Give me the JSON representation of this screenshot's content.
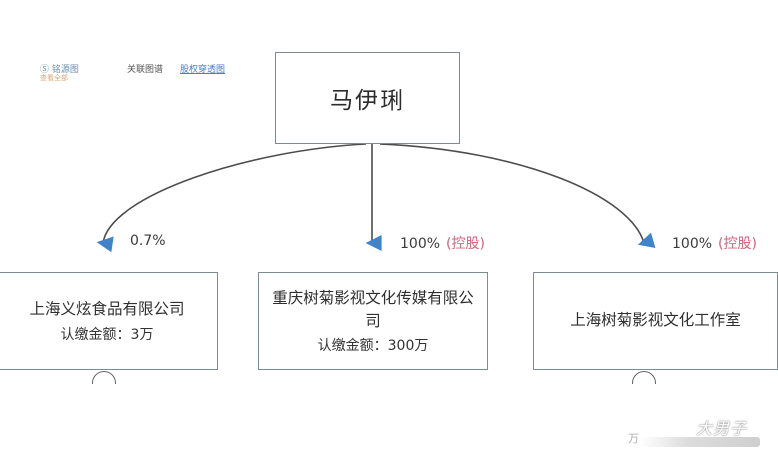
{
  "header_links": {
    "brand": "Ⓢ 铭源图",
    "brand_sub": "查看全部",
    "link_1": "关联图谱",
    "link_2": "股权穿透图"
  },
  "root": {
    "name": "马伊琍"
  },
  "children": [
    {
      "name": "上海义炫食品有限公司",
      "capital": "认缴金额：3万",
      "percent": "0.7%",
      "tag": ""
    },
    {
      "name": "重庆树菊影视文化传媒有限公司",
      "capital": "认缴金额：300万",
      "percent": "100%",
      "tag": "(控股)"
    },
    {
      "name": "上海树菊影视文化工作室",
      "capital": "",
      "percent": "100%",
      "tag": "(控股)"
    }
  ],
  "watermark": "大男子",
  "corner_text": "万"
}
